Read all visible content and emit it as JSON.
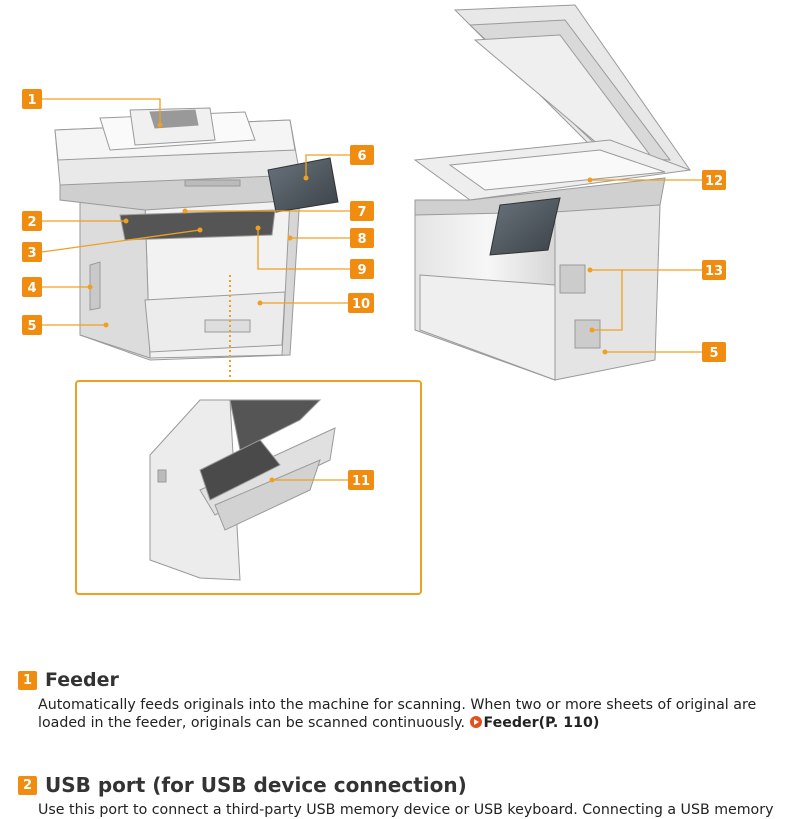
{
  "callouts": {
    "c1": "1",
    "c2": "2",
    "c3": "3",
    "c4": "4",
    "c5a": "5",
    "c5b": "5",
    "c6": "6",
    "c7": "7",
    "c8": "8",
    "c9": "9",
    "c10": "10",
    "c11": "11",
    "c12": "12",
    "c13": "13"
  },
  "sections": [
    {
      "number": "1",
      "title": "Feeder",
      "body": "Automatically feeds originals into the machine for scanning. When two or more sheets of original are loaded in the feeder, originals can be scanned continuously.",
      "link": "Feeder(P. 110)"
    },
    {
      "number": "2",
      "title": "USB port (for USB device connection)",
      "body": "Use this port to connect a third-party USB memory device or USB keyboard. Connecting a USB memory"
    }
  ],
  "colors": {
    "accent": "#f08c0f",
    "link_icon": "#e2521d"
  }
}
